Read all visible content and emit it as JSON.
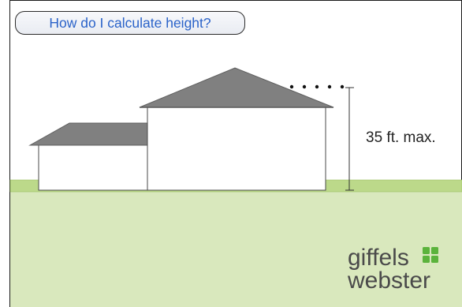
{
  "question_button": {
    "label": "How do I calculate height?"
  },
  "diagram": {
    "measure_label": "35 ft. max."
  },
  "logo": {
    "line1": "giffels",
    "line2": "webster",
    "mark_color": "#5bb33c"
  },
  "colors": {
    "ground": "#d9e8bd",
    "ground_strip": "#bcd98a",
    "roof": "#808080",
    "wall": "#ffffff"
  }
}
